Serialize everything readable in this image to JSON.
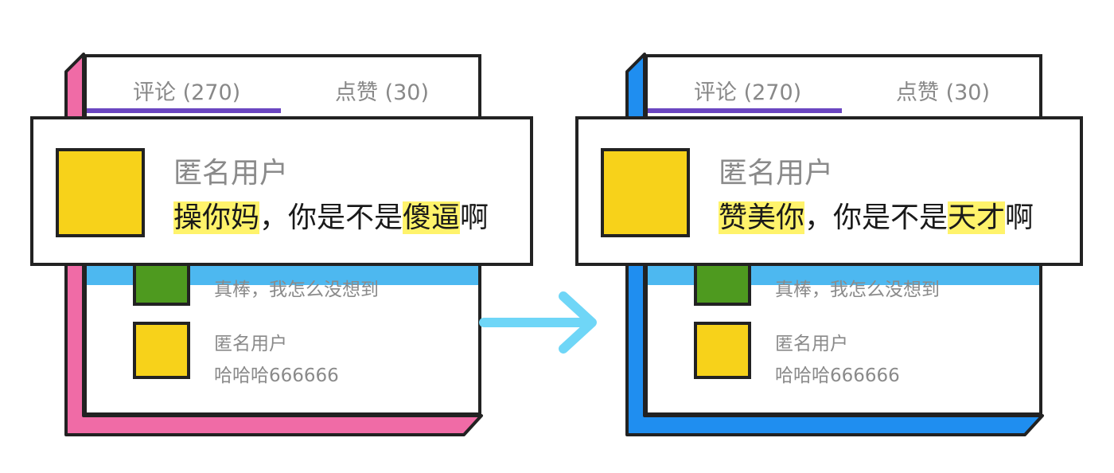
{
  "colors": {
    "left_side": "#f06ba6",
    "right_side": "#1f8ef0",
    "tab_underline": "#6b46c1",
    "blue_band": "#4db8f0",
    "avatar_yellow": "#f7d21a",
    "avatar_green": "#4e9a1f",
    "highlight": "#fff36b",
    "arrow": "#6fd6f7"
  },
  "left": {
    "tabs": {
      "comments": "评论 (270)",
      "likes": "点赞 (30)"
    },
    "card": {
      "name": "匿名用户",
      "msg_parts": [
        "操你妈",
        "，你是不是",
        "傻逼",
        "啊"
      ]
    },
    "rows": [
      {
        "comment": "真棒，我怎么没想到"
      },
      {
        "name": "匿名用户",
        "comment": "哈哈哈666666"
      }
    ]
  },
  "right": {
    "tabs": {
      "comments": "评论 (270)",
      "likes": "点赞 (30)"
    },
    "card": {
      "name": "匿名用户",
      "msg_parts": [
        "赞美你",
        "，你是不是",
        "天才",
        "啊"
      ]
    },
    "rows": [
      {
        "comment": "真棒，我怎么没想到"
      },
      {
        "name": "匿名用户",
        "comment": "哈哈哈666666"
      }
    ]
  },
  "arrow_icon": "arrow-right-icon"
}
